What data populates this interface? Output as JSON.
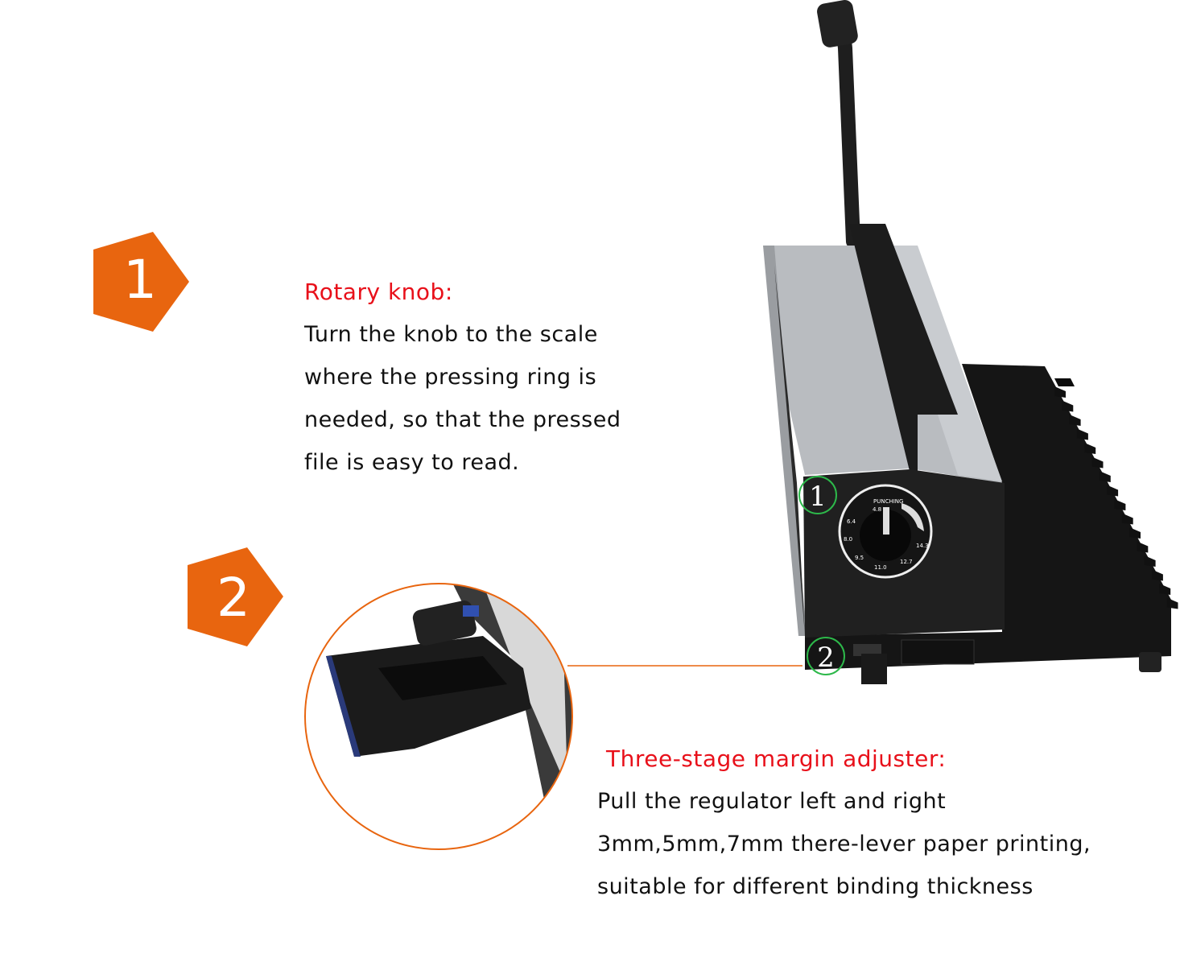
{
  "colors": {
    "badge": "#e8650f",
    "title_red": "#e8101a",
    "marker_green": "#2db84a",
    "callout_line": "#e8650f"
  },
  "badges": [
    {
      "number": "1"
    },
    {
      "number": "2"
    }
  ],
  "features": [
    {
      "title": "Rotary knob:",
      "lines": [
        "Turn the knob to the scale",
        "where the pressing ring is",
        "needed, so that the pressed",
        "file is easy to read."
      ]
    },
    {
      "title": "Three-stage margin adjuster:",
      "lines": [
        "Pull the regulator left and right",
        "3mm,5mm,7mm there-lever paper printing,",
        "suitable for different binding thickness"
      ]
    }
  ],
  "markers": [
    "1",
    "2"
  ],
  "dial": {
    "label": "PUNCHING",
    "scale": [
      "4.8",
      "6.4",
      "8.0",
      "9.5",
      "11.0",
      "12.7",
      "14.3"
    ]
  }
}
